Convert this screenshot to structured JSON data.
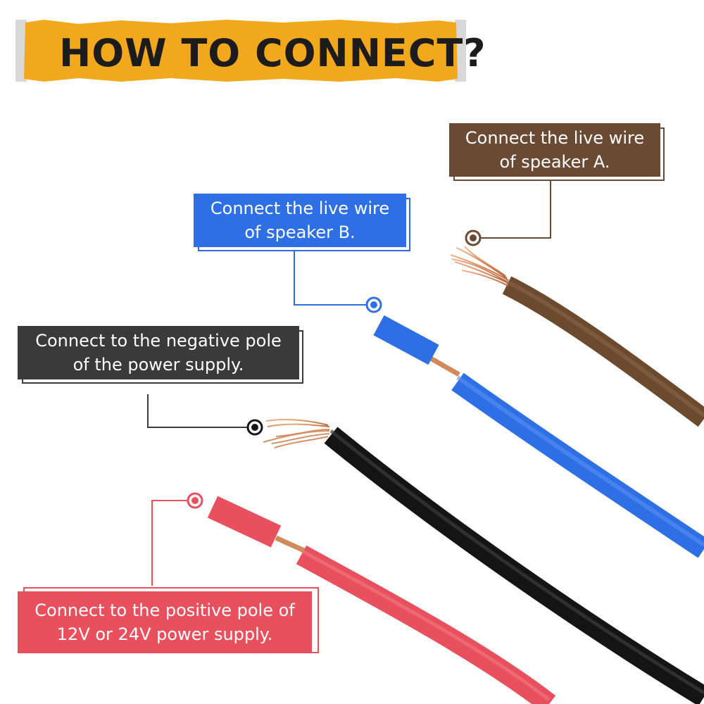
{
  "header": {
    "title": "HOW TO CONNECT?",
    "banner_color": "#f2a81d",
    "text_color": "#1c1c1c"
  },
  "callouts": {
    "speaker_a": {
      "line1": "Connect the live wire",
      "line2": "of speaker A.",
      "color": "#6b4a34"
    },
    "speaker_b": {
      "line1": "Connect the live wire",
      "line2": "of speaker B.",
      "color": "#2f6fe6"
    },
    "negative": {
      "line1": "Connect to the negative pole",
      "line2": "of the power supply.",
      "color": "#3a3a3a"
    },
    "positive": {
      "line1": "Connect to the positive pole of",
      "line2": "12V or 24V power supply.",
      "color": "#e8505d"
    }
  },
  "wires": {
    "brown": "#6b4a2e",
    "blue": "#2f6fe6",
    "black": "#141414",
    "red": "#e8505d",
    "copper": "#d08a5c"
  }
}
